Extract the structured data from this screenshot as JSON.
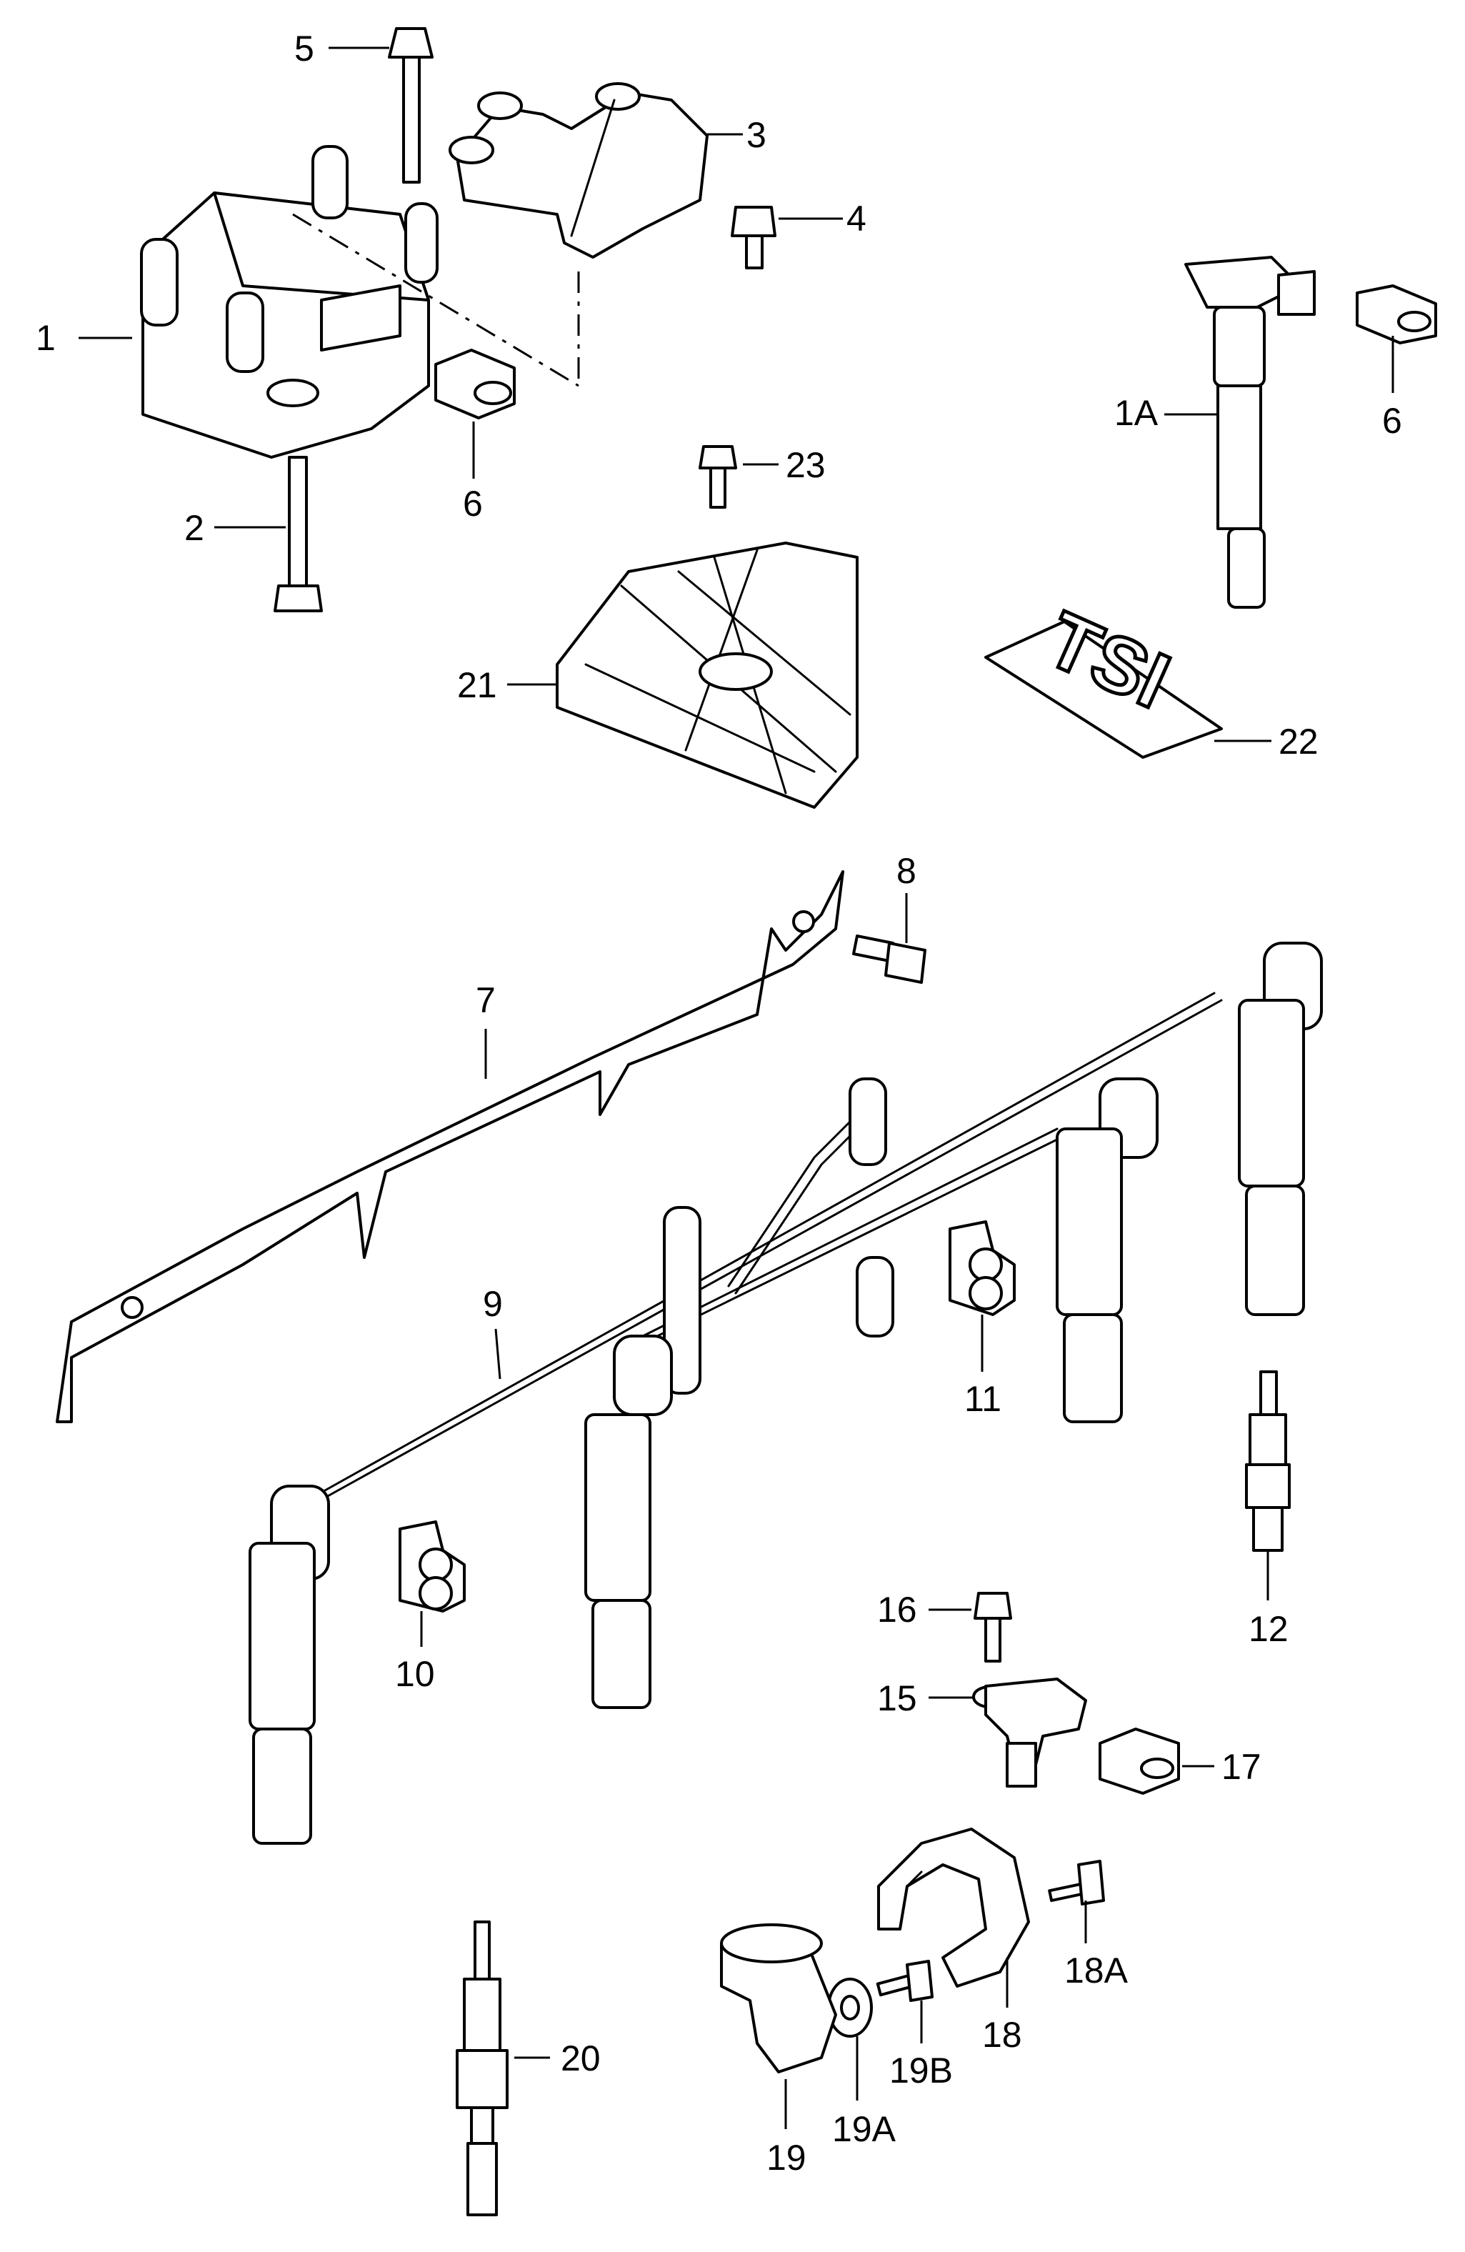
{
  "labels": {
    "l1": "1",
    "l1A": "1A",
    "l2": "2",
    "l3": "3",
    "l4": "4",
    "l5": "5",
    "l6a": "6",
    "l6b": "6",
    "l7": "7",
    "l8": "8",
    "l9": "9",
    "l10": "10",
    "l11": "11",
    "l12": "12",
    "l15": "15",
    "l16": "16",
    "l17": "17",
    "l18": "18",
    "l18A": "18A",
    "l19": "19",
    "l19A": "19A",
    "l19B": "19B",
    "l20": "20",
    "l21": "21",
    "l22": "22",
    "l23": "23"
  },
  "logo_text": "TSI"
}
